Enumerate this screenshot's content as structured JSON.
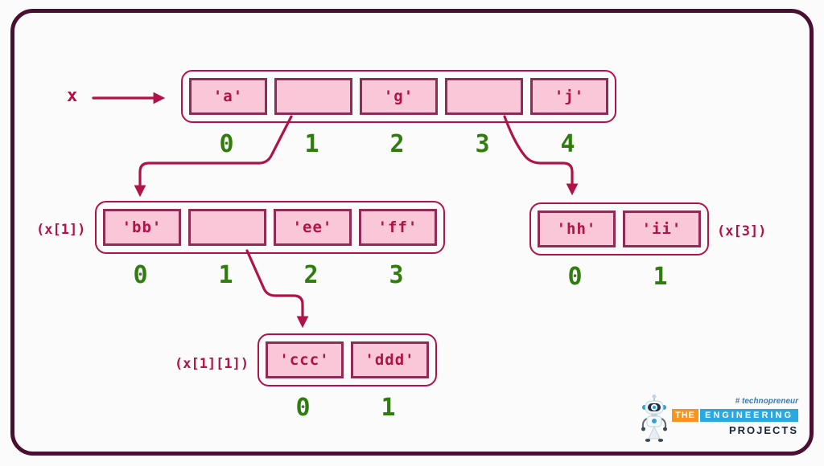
{
  "colors": {
    "frame_border": "#4a1031",
    "crimson": "#b11348",
    "cell_fill": "#f9c7d8",
    "cell_border": "#8e2c55",
    "index_green": "#2f7d0d",
    "logo_orange": "#f7941e",
    "logo_blue": "#2aa9e0",
    "logo_navy": "#16243c"
  },
  "diagram": {
    "root_label": "x",
    "top_list": {
      "cells": [
        "'a'",
        "",
        "'g'",
        "",
        "'j'"
      ],
      "indices": [
        "0",
        "1",
        "2",
        "3",
        "4"
      ]
    },
    "x1_list": {
      "label": "(x[1])",
      "cells": [
        "'bb'",
        "",
        "'ee'",
        "'ff'"
      ],
      "indices": [
        "0",
        "1",
        "2",
        "3"
      ]
    },
    "x3_list": {
      "label": "(x[3])",
      "cells": [
        "'hh'",
        "'ii'"
      ],
      "indices": [
        "0",
        "1"
      ]
    },
    "x11_list": {
      "label": "(x[1][1])",
      "cells": [
        "'ccc'",
        "'ddd'"
      ],
      "indices": [
        "0",
        "1"
      ]
    }
  },
  "logo": {
    "tagline": "# technopreneur",
    "word_the": "THE",
    "word_engineering": "ENGINEERING",
    "word_projects": "PROJECTS"
  }
}
